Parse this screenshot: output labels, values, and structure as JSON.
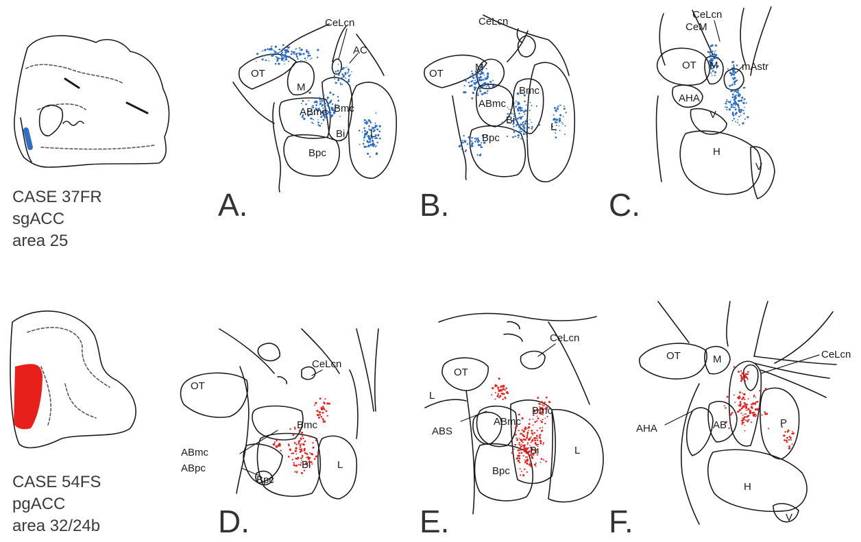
{
  "cases": [
    {
      "id": "case-37fr",
      "lines": [
        "CASE 37FR",
        "sgACC",
        "area 25"
      ],
      "color": "#2f6fc6"
    },
    {
      "id": "case-54fs",
      "lines": [
        "CASE 54FS",
        "pgACC",
        "area 32/24b"
      ],
      "color": "#e8201c"
    }
  ],
  "panels": [
    {
      "id": "A",
      "letter": "A.",
      "color": "#2f6fc6",
      "labels": [
        "CeLcn",
        "AC",
        "OT",
        "M",
        "ABmc",
        "Bmc",
        "Bi",
        "Bpc",
        "L"
      ]
    },
    {
      "id": "B",
      "letter": "B.",
      "color": "#2f6fc6",
      "labels": [
        "CeLcn",
        "OT",
        "M",
        "ABmc",
        "Bmc",
        "Bi",
        "Bpc",
        "L"
      ]
    },
    {
      "id": "C",
      "letter": "C.",
      "color": "#2f6fc6",
      "labels": [
        "CeLcn",
        "CeM",
        "OT",
        "M",
        "mAstr",
        "AHA",
        "V",
        "H",
        "V"
      ]
    },
    {
      "id": "D",
      "letter": "D.",
      "color": "#e8201c",
      "labels": [
        "OT",
        "CeLcn",
        "Bmc",
        "ABmc",
        "ABpc",
        "Bi",
        "Bpc",
        "L"
      ]
    },
    {
      "id": "E",
      "letter": "E.",
      "color": "#e8201c",
      "labels": [
        "CeLcn",
        "OT",
        "L",
        "ABmc",
        "Bmc",
        "ABS",
        "Bi",
        "L",
        "Bpc"
      ]
    },
    {
      "id": "F",
      "letter": "F.",
      "color": "#e8201c",
      "labels": [
        "OT",
        "M",
        "CeLcn",
        "AHA",
        "AB",
        "P",
        "H",
        "V"
      ]
    }
  ]
}
